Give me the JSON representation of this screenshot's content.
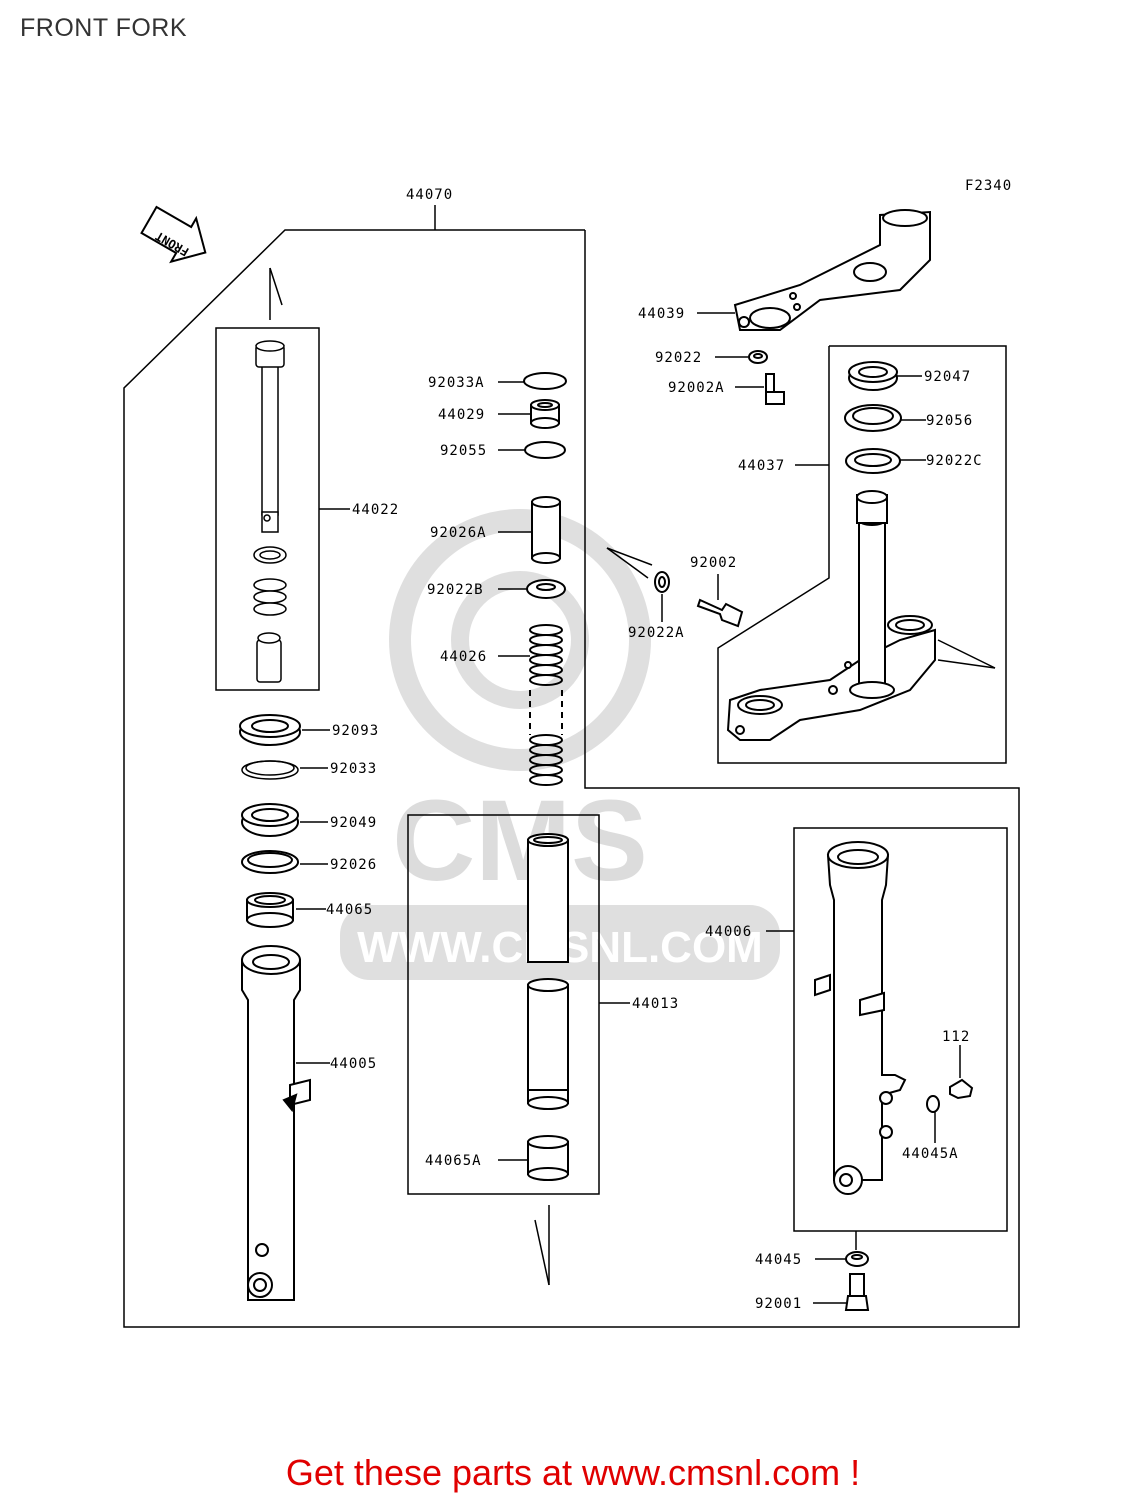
{
  "page": {
    "title": "FRONT FORK",
    "footer": "Get these parts at www.cmsnl.com !",
    "figure_code": "F2340",
    "front_arrow": "FRONT"
  },
  "watermark": {
    "brand": "CMS",
    "url": "WWW.CMSNL.COM"
  },
  "labels": {
    "l44070": "44070",
    "l44039": "44039",
    "l92022": "92022",
    "l92002A": "92002A",
    "l92047": "92047",
    "l92056": "92056",
    "l44037": "44037",
    "l92022C": "92022C",
    "l92033A": "92033A",
    "l44029": "44029",
    "l92055": "92055",
    "l92026A": "92026A",
    "l92022B": "92022B",
    "l44026": "44026",
    "l92002": "92002",
    "l92022A": "92022A",
    "l44022": "44022",
    "l92093": "92093",
    "l92033": "92033",
    "l92049": "92049",
    "l92026": "92026",
    "l44065": "44065",
    "l44005": "44005",
    "l44013": "44013",
    "l44065A": "44065A",
    "l44006": "44006",
    "l112": "112",
    "l44045A": "44045A",
    "l44045": "44045",
    "l92001": "92001"
  },
  "colors": {
    "footer": "#e00000",
    "lines": "#000000",
    "watermark": "#d9d9d9"
  }
}
